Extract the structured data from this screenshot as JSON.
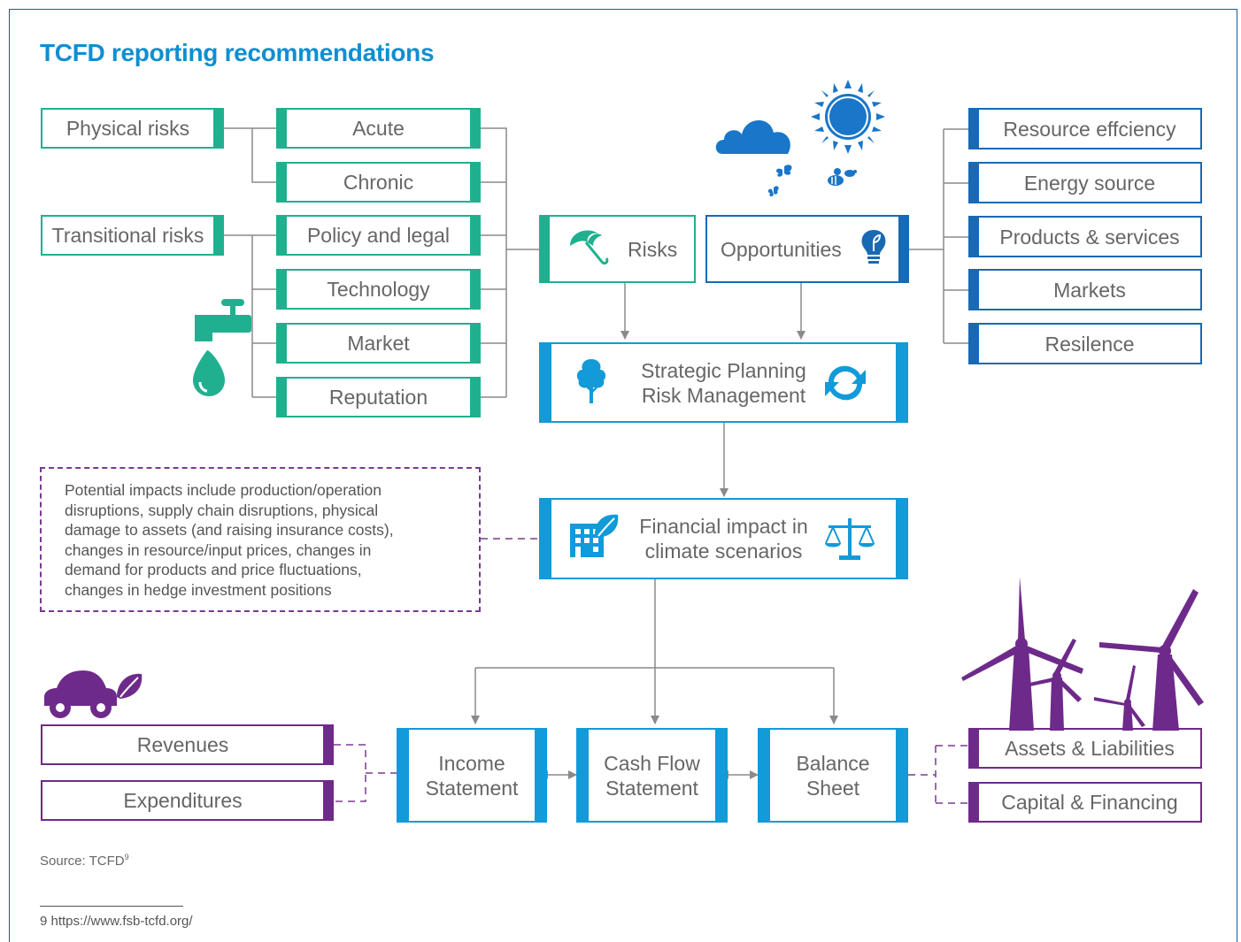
{
  "title": "TCFD reporting recommendations",
  "risk_types": [
    "Physical risks",
    "Transitional risks"
  ],
  "risk_categories": [
    "Acute",
    "Chronic",
    "Policy and legal",
    "Technology",
    "Market",
    "Reputation"
  ],
  "risks_label": "Risks",
  "opportunities_label": "Opportunities",
  "opportunity_categories": [
    "Resource effciency",
    "Energy source",
    "Products & services",
    "Markets",
    "Resilence"
  ],
  "strategic": [
    "Strategic Planning",
    "Risk Management"
  ],
  "financial": [
    "Financial impact in",
    "climate scenarios"
  ],
  "note": [
    "Potential impacts include production/operation",
    "disruptions, supply chain disruptions, physical",
    "damage to assets (and raising insurance costs),",
    "changes in resource/input prices, changes in",
    "demand for products and price fluctuations,",
    "changes in hedge investment positions"
  ],
  "income_items": [
    "Revenues",
    "Expenditures"
  ],
  "statements": {
    "income": [
      "Income",
      "Statement"
    ],
    "cashflow": [
      "Cash Flow",
      "Statement"
    ],
    "balance": [
      "Balance",
      "Sheet"
    ]
  },
  "balance_items": [
    "Assets & Liabilities",
    "Capital & Financing"
  ],
  "source": {
    "text": "Source: TCFD",
    "sup": "9"
  },
  "footnote": "9 https://www.fsb-tcfd.org/",
  "colors": {
    "teal": "#20b08f",
    "navy": "#1969b3",
    "blue": "#129ad9",
    "purple": "#6e2a8a",
    "title": "#0f8ed0"
  },
  "icons": [
    "cloud-icon",
    "sun-icon",
    "butterfly-icon",
    "bee-icon",
    "umbrella-icon",
    "lightbulb-icon",
    "tree-icon",
    "refresh-icon",
    "building-icon",
    "scales-icon",
    "faucet-icon",
    "car-icon",
    "wind-turbines-icon"
  ]
}
